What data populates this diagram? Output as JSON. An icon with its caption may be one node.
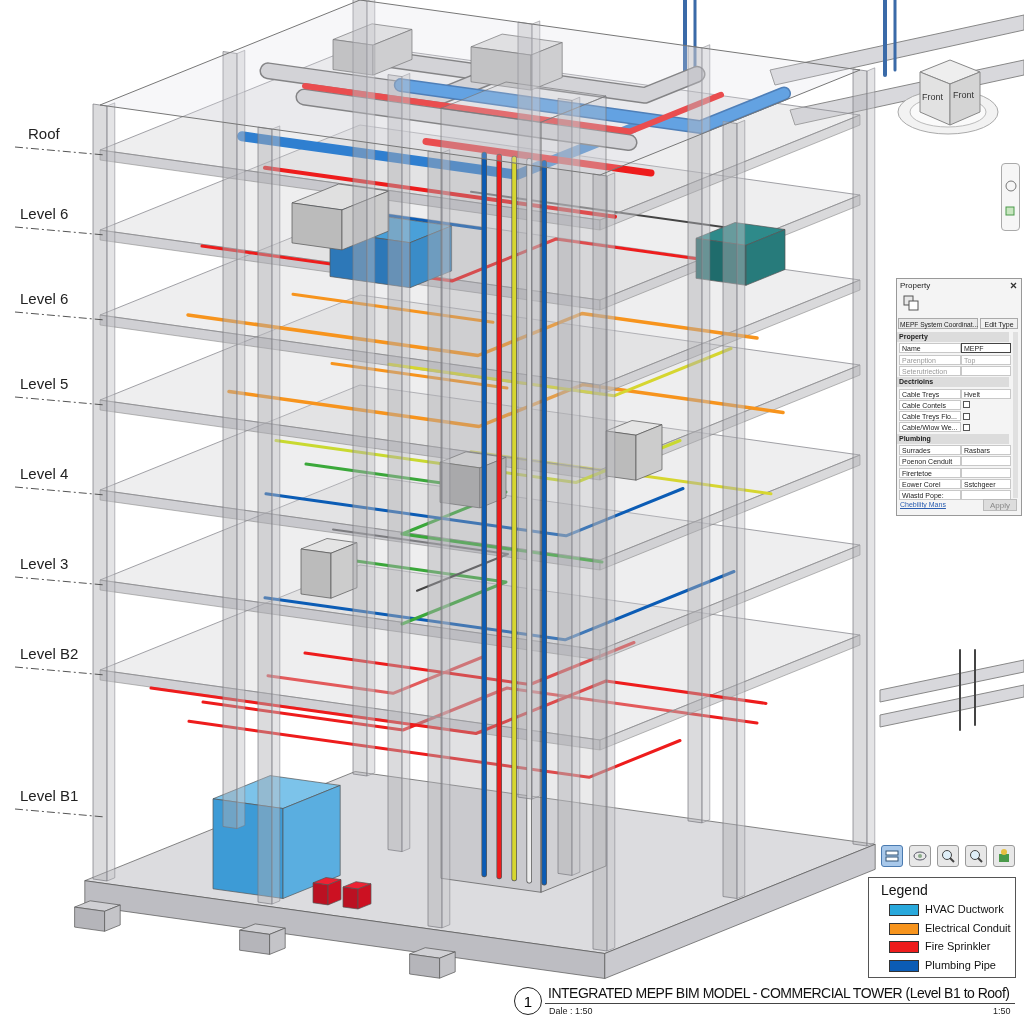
{
  "diagram": {
    "title": "INTEGRATED MEPF BIM MODEL - COMMERCIAL TOWER (Level B1 to Roof)",
    "labels": [
      "Front",
      "Front",
      "Roof",
      "Level 6",
      "Level 6",
      "Level 5",
      "Level 4",
      "Level 3",
      "Level B2",
      "Level B1",
      "Property",
      "MEPF System Coordinat...",
      "Edit Type",
      "Property",
      "Name",
      "MEPF",
      "Parenption",
      "Top",
      "Seterutriection",
      "Dectrioins",
      "Cable Treys",
      "Hvelt",
      "Cable Contels",
      "Cable Treys Flo...",
      "Cable/Wiow We...",
      "Plumbing",
      "Surrades",
      "Rasbars",
      "Poenon Cendult",
      "Firertetoe",
      "Eower Corel",
      "Sstchgeer",
      "Wiastd Pope:",
      "Chebility Mans",
      "Apply",
      "Legend",
      "1",
      "Dale : 1:50",
      "1:50"
    ],
    "legend": [
      {
        "text": "HVAC Ductwork",
        "color": "#29a9dc"
      },
      {
        "text": "Electrical Conduit",
        "color": "#f7941d"
      },
      {
        "text": "Fire Sprinkler",
        "color": "#ee1c1c"
      },
      {
        "text": "Plumbing Pipe",
        "color": "#0b5cb5"
      }
    ]
  }
}
